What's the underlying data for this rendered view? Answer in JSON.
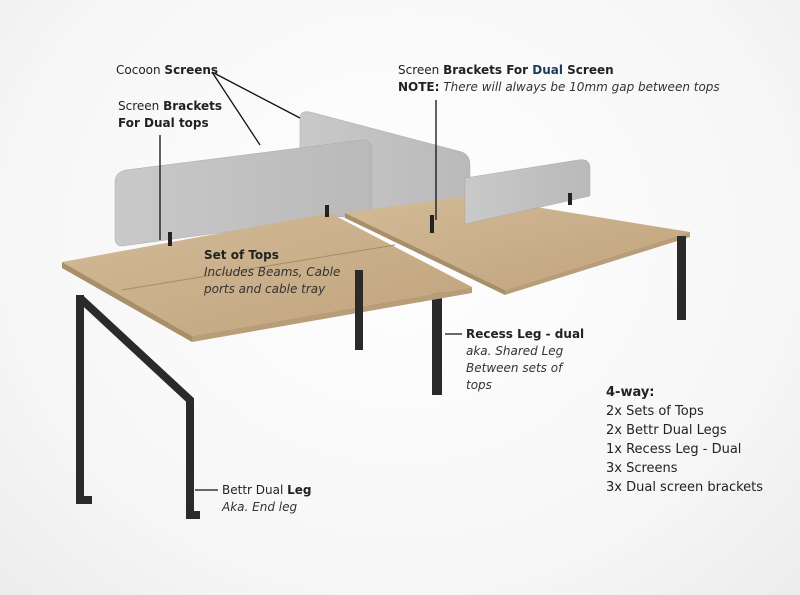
{
  "labels": {
    "cocoon_screens": {
      "prefix": "Cocoon ",
      "bold": "Screens"
    },
    "brackets_dual_tops": {
      "prefix": "Screen ",
      "bold": "Brackets",
      "line2": "For Dual tops"
    },
    "brackets_dual_screen": {
      "prefix": "Screen ",
      "bold1": "Brackets For ",
      "highlight": "Dual",
      "bold2": " Screen",
      "note_bold": "NOTE:",
      "note_text": " There will always be 10mm gap between tops"
    },
    "set_of_tops": {
      "title": "Set of Tops",
      "line1": "Includes Beams, Cable",
      "line2": "ports and cable tray"
    },
    "recess_leg": {
      "title": "Recess Leg - dual",
      "line1": "aka. Shared Leg",
      "line2": "Between sets of",
      "line3": "tops"
    },
    "end_leg": {
      "prefix": "Bettr Dual ",
      "bold": "Leg",
      "line2": "Aka. End leg"
    }
  },
  "summary": {
    "title": "4-way:",
    "items": [
      "2x Sets of Tops",
      "2x Bettr Dual Legs",
      "1x Recess Leg - Dual",
      "3x Screens",
      "3x Dual screen brackets"
    ]
  },
  "colors": {
    "wood": "#c9ae8a",
    "screen": "#c4c4c4",
    "leg": "#2a2a2a",
    "accent": "#1f3a5f"
  }
}
